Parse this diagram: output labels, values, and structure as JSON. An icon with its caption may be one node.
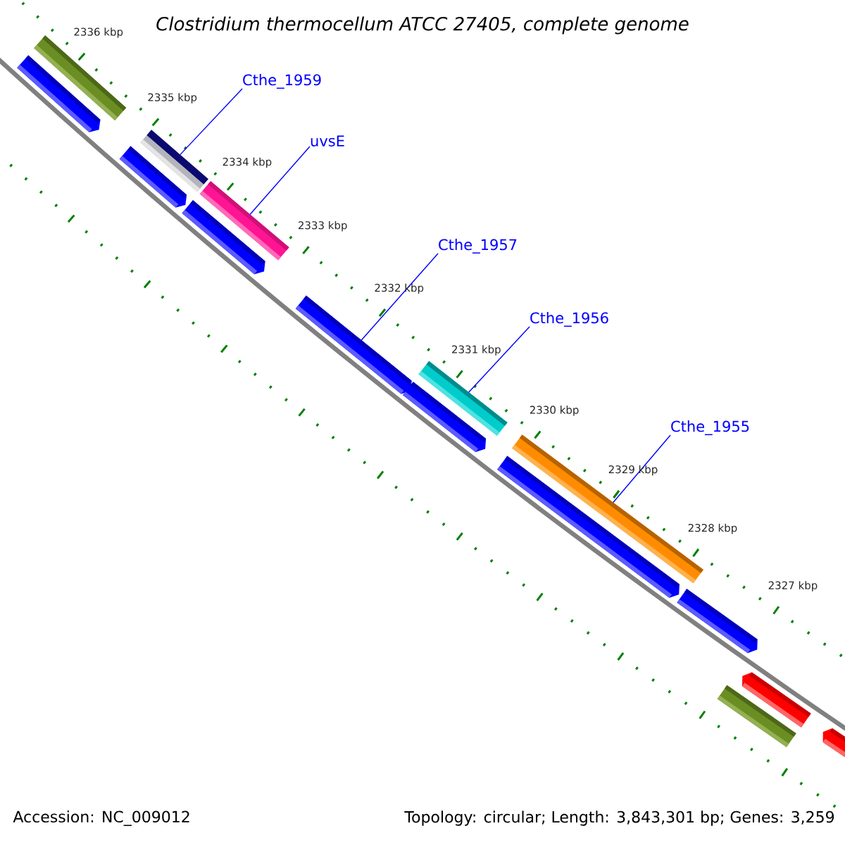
{
  "diagram": {
    "title": "Clostridium thermocellum ATCC 27405, complete genome",
    "nodes": [
      {
        "text": [
          "Cthe_1959"
        ]
      },
      {
        "text": [
          "uvsE"
        ]
      },
      {
        "text": [
          "Cthe_1957"
        ]
      },
      {
        "text": [
          "Cthe_1956"
        ]
      },
      {
        "text": [
          "Cthe_1955"
        ]
      },
      {
        "text": [],
        "shape": "bar"
      },
      {
        "text": [],
        "shape": "bar"
      },
      {
        "text": [],
        "shape": "bar"
      },
      {
        "text": [],
        "shape": "bar"
      },
      {
        "text": [],
        "shape": "bar"
      },
      {
        "text": [],
        "shape": "bar"
      },
      {
        "text": [],
        "shape": "bar"
      },
      {
        "text": [],
        "shape": "bar"
      },
      {
        "text": [],
        "shape": "bar"
      },
      {
        "text": [],
        "shape": "bar"
      },
      {
        "text": [],
        "shape": "bar"
      },
      {
        "text": [],
        "shape": "bar"
      },
      {
        "text": [],
        "shape": "bar"
      },
      {
        "text": [],
        "shape": "bar"
      },
      {
        "text": [],
        "shape": "bar"
      }
    ],
    "edges": [
      {
        "from": 0,
        "to": 8,
        "arrow": "none"
      },
      {
        "from": 1,
        "to": 10,
        "arrow": "none"
      },
      {
        "from": 2,
        "to": 11,
        "arrow": "none"
      },
      {
        "from": 3,
        "to": 13,
        "arrow": "none"
      },
      {
        "from": 4,
        "to": 15,
        "arrow": "none"
      }
    ],
    "labels": [
      "2336 kbp",
      "2335 kbp",
      "2334 kbp",
      "2333 kbp",
      "2332 kbp",
      "2331 kbp",
      "2330 kbp",
      "2329 kbp",
      "2328 kbp",
      "2327 kbp",
      "Accession: NC_009012",
      "Topology: circular; Length: 3,843,301 bp; Genes: 3,259"
    ]
  }
}
